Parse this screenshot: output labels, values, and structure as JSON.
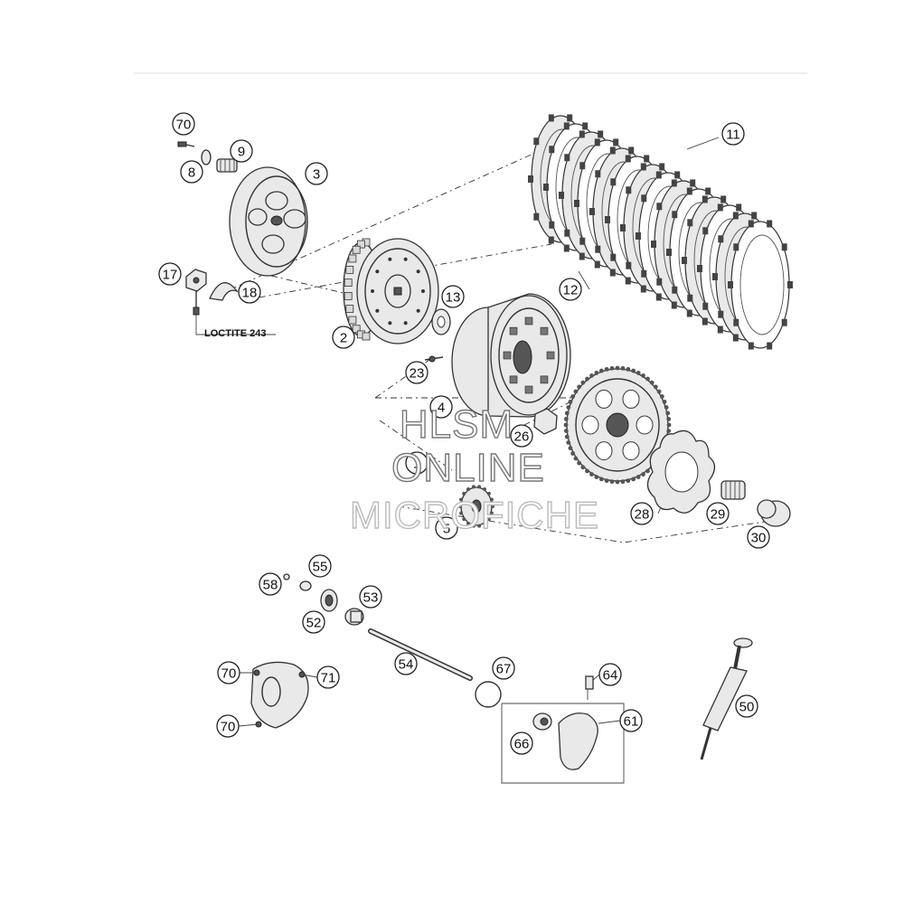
{
  "callouts": [
    {
      "id": "p70a",
      "label": "70"
    },
    {
      "id": "p8",
      "label": "8"
    },
    {
      "id": "p9",
      "label": "9"
    },
    {
      "id": "p3",
      "label": "3"
    },
    {
      "id": "p17",
      "label": "17"
    },
    {
      "id": "p18",
      "label": "18"
    },
    {
      "id": "p2",
      "label": "2"
    },
    {
      "id": "p13",
      "label": "13"
    },
    {
      "id": "p11",
      "label": "11"
    },
    {
      "id": "p12",
      "label": "12"
    },
    {
      "id": "p23",
      "label": "23"
    },
    {
      "id": "p4",
      "label": "4"
    },
    {
      "id": "p26",
      "label": "26"
    },
    {
      "id": "p1",
      "label": "1"
    },
    {
      "id": "p5",
      "label": "5"
    },
    {
      "id": "p28",
      "label": "28"
    },
    {
      "id": "p29",
      "label": "29"
    },
    {
      "id": "p30",
      "label": "30"
    },
    {
      "id": "p58",
      "label": "58"
    },
    {
      "id": "p55",
      "label": "55"
    },
    {
      "id": "p53",
      "label": "53"
    },
    {
      "id": "p52",
      "label": "52"
    },
    {
      "id": "p54",
      "label": "54"
    },
    {
      "id": "p67",
      "label": "67"
    },
    {
      "id": "p64",
      "label": "64"
    },
    {
      "id": "p61",
      "label": "61"
    },
    {
      "id": "p66",
      "label": "66"
    },
    {
      "id": "p50",
      "label": "50"
    },
    {
      "id": "p70b",
      "label": "70"
    },
    {
      "id": "p71",
      "label": "71"
    },
    {
      "id": "p70c",
      "label": "70"
    }
  ],
  "notes": {
    "loctite": "LOCTITE 243"
  },
  "watermark": {
    "line1": "HLSM",
    "line2": "ONLINE",
    "line3": "MICROFICHE"
  }
}
